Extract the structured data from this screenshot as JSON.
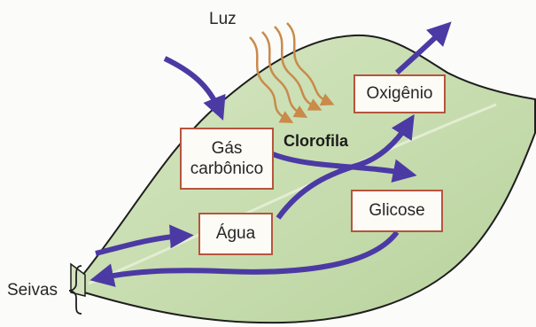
{
  "diagram": {
    "labels": {
      "light": "Luz",
      "chlorophyll": "Clorofila",
      "sap": "Seivas"
    },
    "boxes": {
      "co2_line1": "Gás",
      "co2_line2": "carbônico",
      "water": "Água",
      "oxygen": "Oxigênio",
      "glucose": "Glicose"
    },
    "colors": {
      "leaf": "#c9ddb2",
      "leaf_outline": "#1e1e1e",
      "arrow": "#4b3aa4",
      "box_border": "#b5553c",
      "light_rays": "#c98a4a"
    }
  }
}
